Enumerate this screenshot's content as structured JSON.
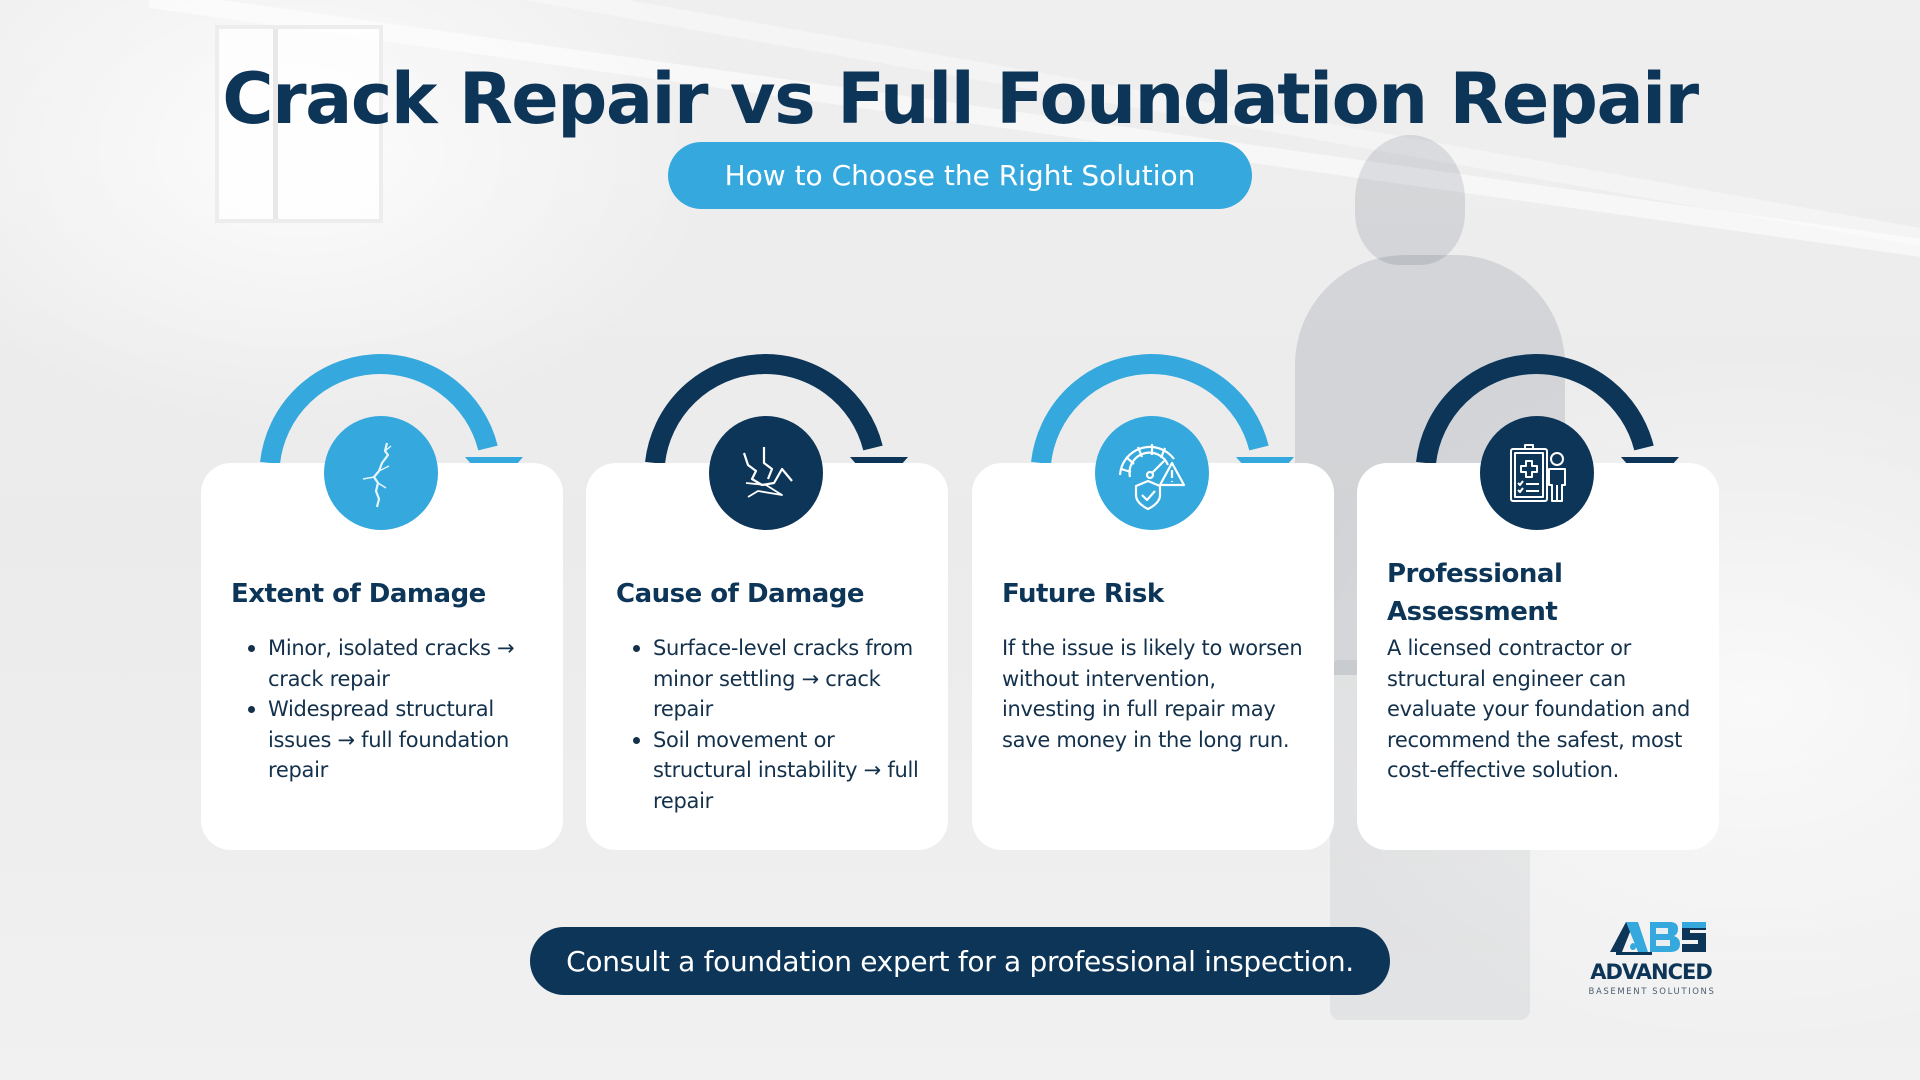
{
  "header": {
    "title": "Crack Repair vs Full Foundation Repair",
    "subtitle": "How to Choose the Right Solution"
  },
  "colors": {
    "navy": "#0d3558",
    "sky": "#35a8de",
    "text": "#14314c",
    "card": "#ffffff"
  },
  "cards": [
    {
      "heading": "Extent of Damage",
      "icon": "crack-icon",
      "accent": "sky",
      "bullets": [
        "Minor, isolated cracks → crack repair",
        "Widespread structural issues → full foundation repair"
      ]
    },
    {
      "heading": "Cause of Damage",
      "icon": "broken-surface-icon",
      "accent": "navy",
      "bullets": [
        "Surface-level cracks from minor settling → crack repair",
        "Soil movement or structural instability → full repair"
      ]
    },
    {
      "heading": "Future Risk",
      "icon": "risk-gauge-shield-icon",
      "accent": "sky",
      "paragraph": "If the issue is likely to worsen without intervention, investing in full repair may save money in the long run."
    },
    {
      "heading": "Professional Assessment",
      "icon": "clipboard-inspector-icon",
      "accent": "navy",
      "paragraph": "A licensed contractor or structural engineer can evaluate your foundation and recommend the safest, most cost-effective solution."
    }
  ],
  "cta": {
    "label": "Consult a foundation expert for a professional inspection."
  },
  "logo": {
    "mark": "ABS",
    "name": "ADVANCED",
    "tagline": "BASEMENT SOLUTIONS"
  }
}
